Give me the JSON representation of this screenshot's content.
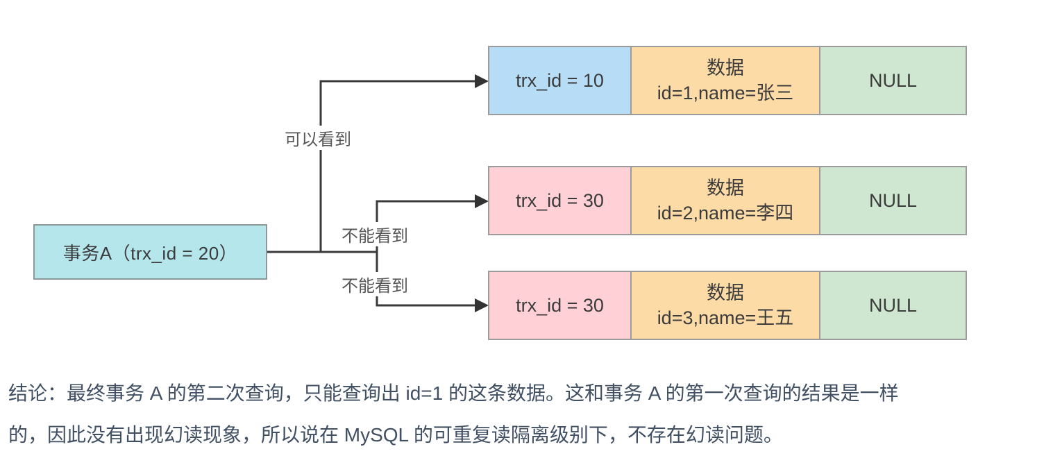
{
  "transaction_box": {
    "label": "事务A（trx_id = 20）"
  },
  "edges": [
    {
      "label": "可以看到"
    },
    {
      "label": "不能看到"
    },
    {
      "label": "不能看到"
    }
  ],
  "rows": [
    {
      "trx": "trx_id = 10",
      "data_title": "数据",
      "data_value": "id=1,name=张三",
      "null_text": "NULL"
    },
    {
      "trx": "trx_id = 30",
      "data_title": "数据",
      "data_value": "id=2,name=李四",
      "null_text": "NULL"
    },
    {
      "trx": "trx_id = 30",
      "data_title": "数据",
      "data_value": "id=3,name=王五",
      "null_text": "NULL"
    }
  ],
  "conclusion": {
    "line1": "结论：最终事务 A 的第二次查询，只能查询出 id=1 的这条数据。这和事务 A 的第一次查询的结果是一样",
    "line2": "的，因此没有出现幻读现象，所以说在 MySQL 的可重复读隔离级别下，不存在幻读问题。"
  },
  "colors": {
    "transaction_bg": "#b4e6ec",
    "row1_trx_bg": "#b7dcf5",
    "row23_trx_bg": "#ffd1d7",
    "data_bg": "#fcdba6",
    "null_bg": "#cfe7d1",
    "cell_border": "#9b9b9b",
    "connector": "#3a3a3a",
    "edge_label_text": "#565656",
    "cell_text": "#3b3b3b",
    "conclusion_text": "#414f63"
  }
}
